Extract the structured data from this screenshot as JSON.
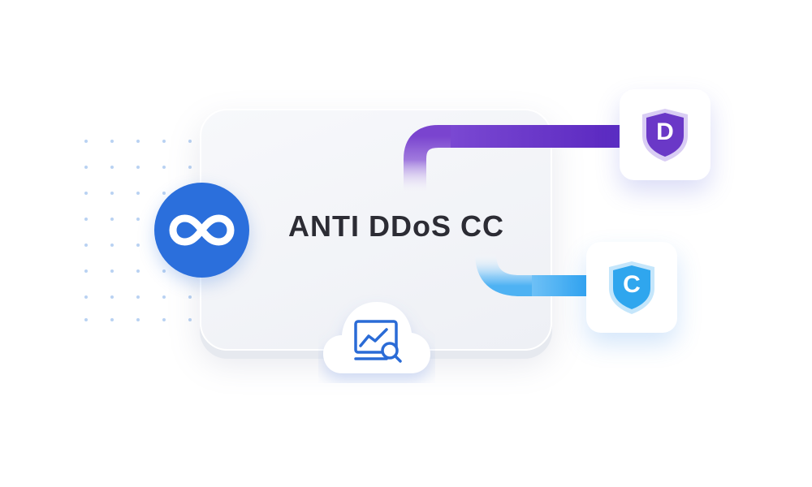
{
  "title": "ANTI DDoS CC",
  "cards": {
    "d": {
      "letter": "D",
      "icon": "shield-icon",
      "color": "#6a38c7"
    },
    "c": {
      "letter": "C",
      "icon": "shield-icon",
      "color": "#2fa6ee"
    }
  },
  "badge": {
    "icon": "infinity-icon",
    "color": "#2b6fdc"
  },
  "cloud": {
    "icon": "chart-search-icon",
    "color": "#2a6bd6"
  }
}
